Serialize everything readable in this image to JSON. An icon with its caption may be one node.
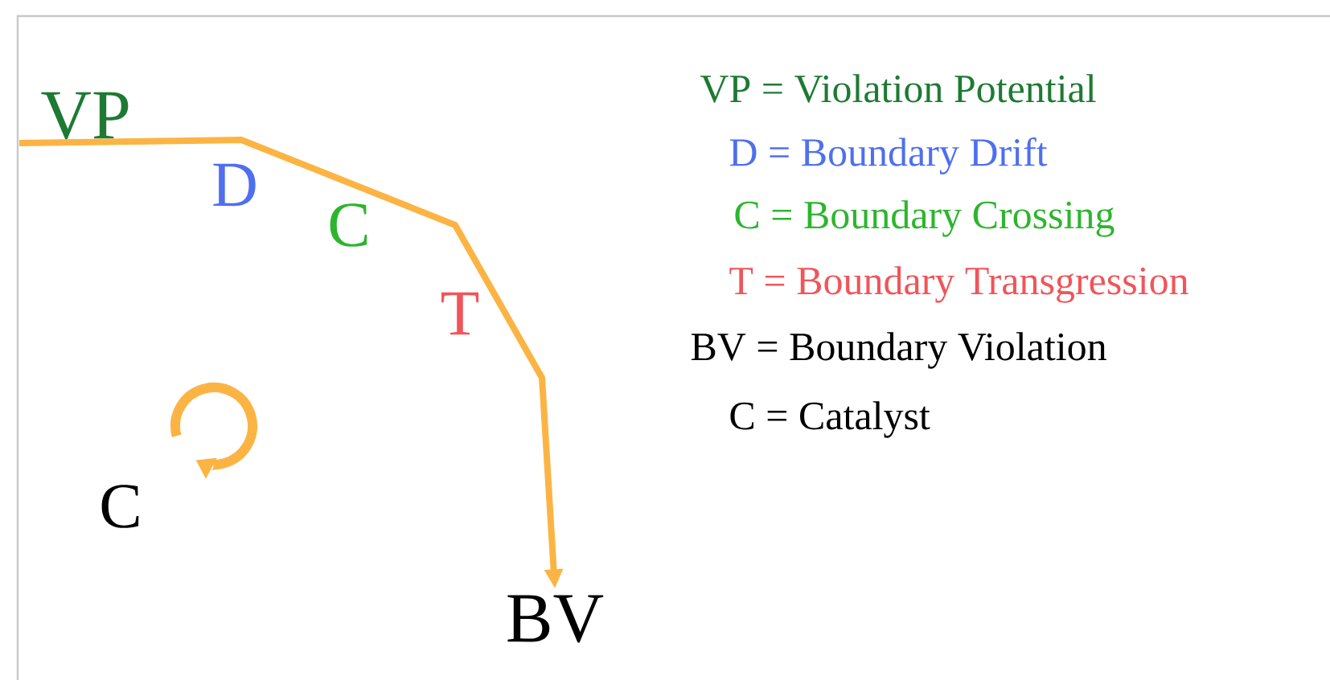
{
  "diagram": {
    "nodes": [
      {
        "text": [
          "VP"
        ]
      },
      {
        "text": [
          "BV"
        ]
      }
    ],
    "edges": [
      {
        "from": 0,
        "to": 1,
        "arrow": "to"
      }
    ],
    "labels": [
      "D",
      "C",
      "T",
      "C",
      "VP = Violation Potential",
      "D = Boundary Drift",
      "C = Boundary Crossing",
      "T = Boundary Transgression",
      "BV = Boundary Violation",
      "C = Catalyst"
    ]
  }
}
